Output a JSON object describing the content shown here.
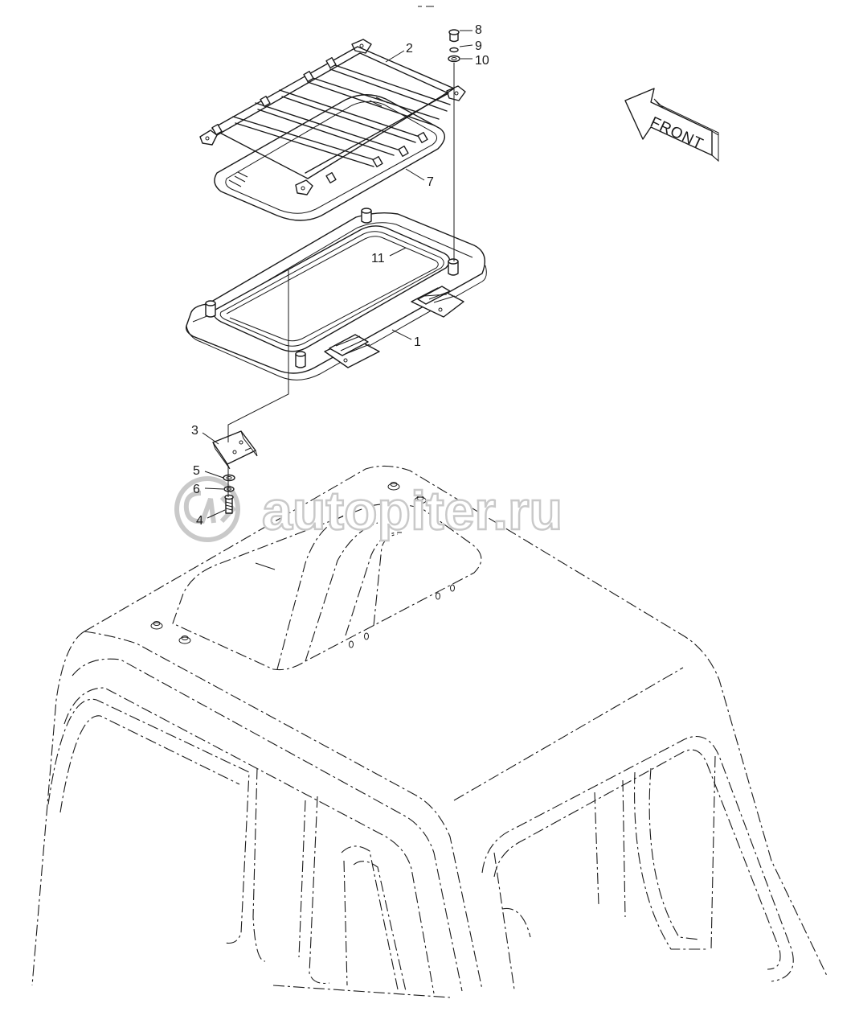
{
  "callouts": [
    {
      "id": "1",
      "label": "1"
    },
    {
      "id": "2",
      "label": "2"
    },
    {
      "id": "3",
      "label": "3"
    },
    {
      "id": "4",
      "label": "4"
    },
    {
      "id": "5",
      "label": "5"
    },
    {
      "id": "6",
      "label": "6"
    },
    {
      "id": "7",
      "label": "7"
    },
    {
      "id": "8",
      "label": "8"
    },
    {
      "id": "9",
      "label": "9"
    },
    {
      "id": "10",
      "label": "10"
    },
    {
      "id": "11",
      "label": "11"
    }
  ],
  "front_arrow": {
    "label": "FRONT"
  },
  "watermark": {
    "text": "autopiter.ru"
  },
  "colors": {
    "ink": "#1a1a1a",
    "background": "#ffffff",
    "watermark": "#c9c9c9"
  }
}
